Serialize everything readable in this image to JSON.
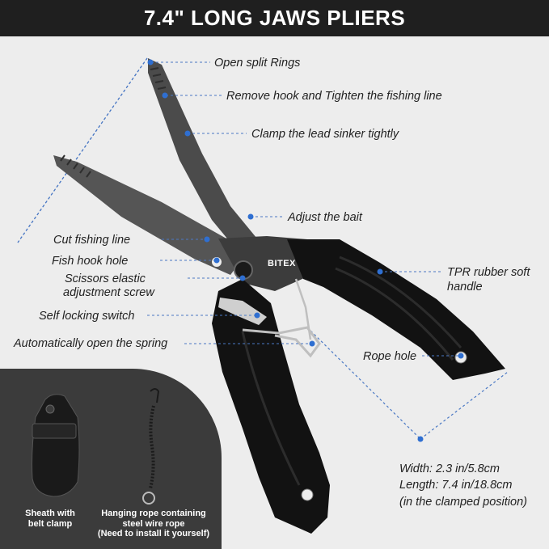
{
  "header": {
    "title": "7.4\" LONG JAWS PLIERS"
  },
  "brand": "BITEX",
  "callouts": {
    "open_split_rings": "Open split Rings",
    "remove_hook": "Remove hook and Tighten the fishing line",
    "clamp_sinker": "Clamp the lead sinker tightly",
    "adjust_bait": "Adjust the bait",
    "cut_line": "Cut fishing line",
    "hook_hole": "Fish hook hole",
    "scissors_line1": "Scissors elastic",
    "scissors_line2": "adjustment screw",
    "self_locking": "Self locking switch",
    "auto_spring": "Automatically open the spring",
    "tpr_line1": "TPR rubber soft",
    "tpr_line2": "handle",
    "rope_hole": "Rope hole"
  },
  "dimensions": {
    "width": "Width: 2.3 in/5.8cm",
    "length": "Length: 7.4 in/18.8cm",
    "note": "(in the clamped position)"
  },
  "accessories": {
    "sheath_line1": "Sheath with",
    "sheath_line2": "belt clamp",
    "rope_line1": "Hanging rope containing",
    "rope_line2": "steel wire rope",
    "rope_line3": "(Need to install it yourself)"
  },
  "colors": {
    "header_bg": "#1f1f1f",
    "background": "#ededed",
    "accent_dot": "#2f6fd1",
    "leader_line": "#4a78c4",
    "handle": "#121212",
    "steel": "#4a4a4a"
  }
}
